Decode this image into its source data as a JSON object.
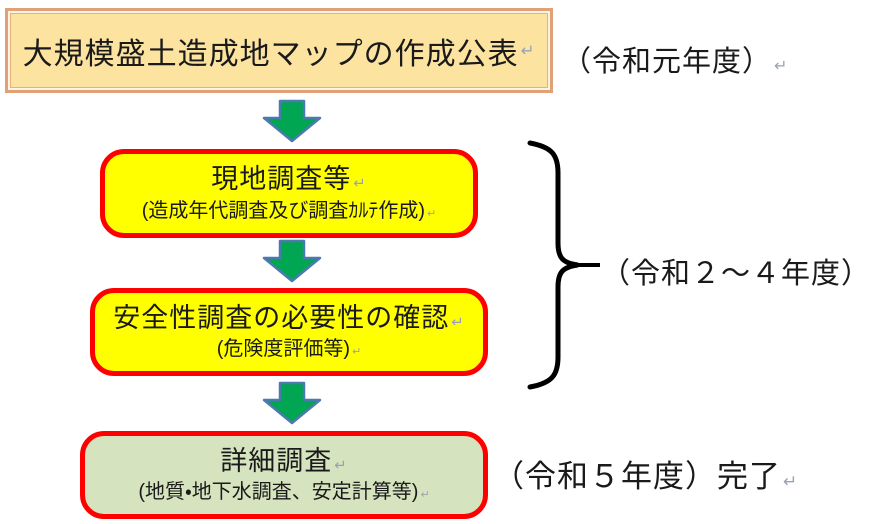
{
  "diagram": {
    "top_box": {
      "title": "大規模盛土造成地マップの作成公表"
    },
    "top_year": {
      "text": "（令和元年度）"
    },
    "steps": [
      {
        "title": "現地調査等",
        "subtitle": "(造成年代調査及び調査ｶﾙﾃ作成)"
      },
      {
        "title": "安全性調査の必要性の確認",
        "subtitle": "(危険度評価等)"
      },
      {
        "title": "詳細調査",
        "subtitle": "(地質・地下水調査、安定計算等)"
      }
    ],
    "brace_year": {
      "text": "（令和２～４年度）"
    },
    "final_year": {
      "text": "（令和５年度）完了"
    },
    "return_mark": "↵"
  },
  "colors": {
    "top_box_fill": "#FCE3A0",
    "top_box_border": "#E0A176",
    "step_fill_yellow": "#FFFF00",
    "step_fill_green": "#D5E3BE",
    "step_border": "#FF0000",
    "arrow_fill": "#00A651",
    "arrow_outline": "#4C79AF",
    "brace_stroke": "#000000",
    "text": "#1a1a1a",
    "background": "#ffffff"
  }
}
